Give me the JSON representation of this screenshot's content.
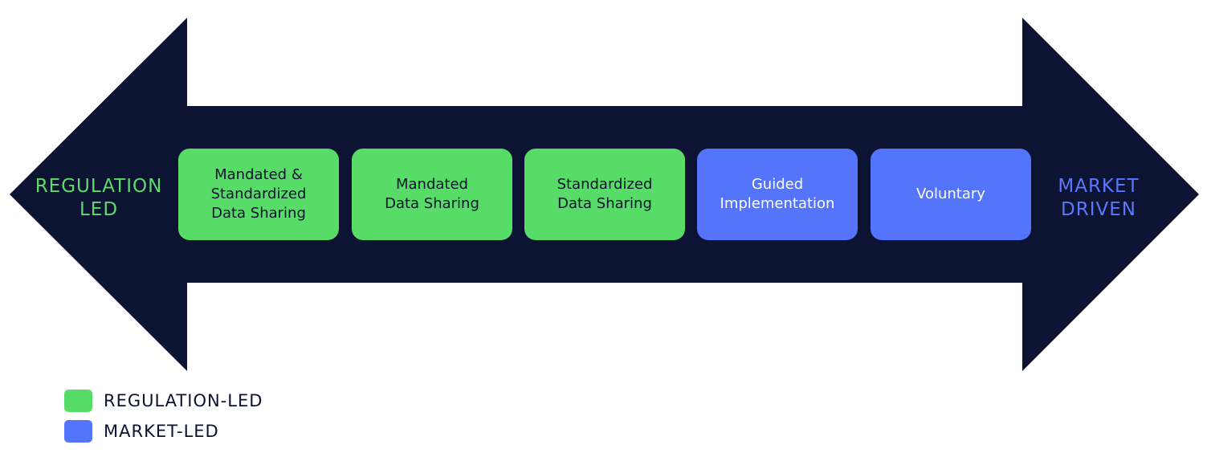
{
  "colors": {
    "arrow": "#0d1332",
    "regulation": "#58dc68",
    "market": "#5474fb",
    "regulation_text": "#5cdb6b",
    "market_text": "#5a78ff"
  },
  "left_label": {
    "line1": "REGULATION",
    "line2": "LED"
  },
  "right_label": {
    "line1": "MARKET",
    "line2": "DRIVEN"
  },
  "stages": [
    {
      "lines": [
        "Mandated &",
        "Standardized",
        "Data Sharing"
      ],
      "category": "regulation"
    },
    {
      "lines": [
        "Mandated",
        "Data Sharing"
      ],
      "category": "regulation"
    },
    {
      "lines": [
        "Standardized",
        "Data Sharing"
      ],
      "category": "regulation"
    },
    {
      "lines": [
        "Guided",
        "Implementation"
      ],
      "category": "market"
    },
    {
      "lines": [
        "Voluntary"
      ],
      "category": "market"
    }
  ],
  "legend": [
    {
      "label": "REGULATION-LED",
      "category": "regulation"
    },
    {
      "label": "MARKET-LED",
      "category": "market"
    }
  ]
}
